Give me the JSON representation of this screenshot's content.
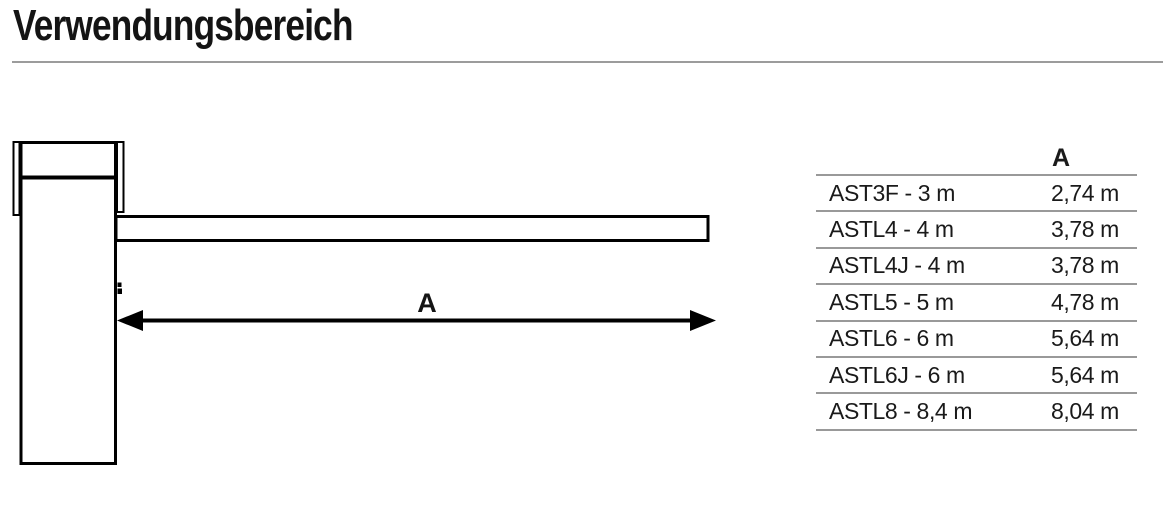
{
  "page": {
    "title": "Verwendungsbereich"
  },
  "diagram": {
    "dimension_label": "A"
  },
  "table": {
    "value_column_header": "A",
    "rows": [
      {
        "model": "AST3F - 3 m",
        "value": "2,74 m"
      },
      {
        "model": "ASTL4 - 4 m",
        "value": "3,78 m"
      },
      {
        "model": "ASTL4J - 4 m",
        "value": "3,78 m"
      },
      {
        "model": "ASTL5 - 5 m",
        "value": "4,78 m"
      },
      {
        "model": "ASTL6 - 6 m",
        "value": "5,64 m"
      },
      {
        "model": "ASTL6J - 6 m",
        "value": "5,64 m"
      },
      {
        "model": "ASTL8 - 8,4 m",
        "value": "8,04 m"
      }
    ]
  },
  "colors": {
    "ink": "#141414",
    "diagram_stroke": "#000000",
    "divider_gray": "#999999"
  }
}
